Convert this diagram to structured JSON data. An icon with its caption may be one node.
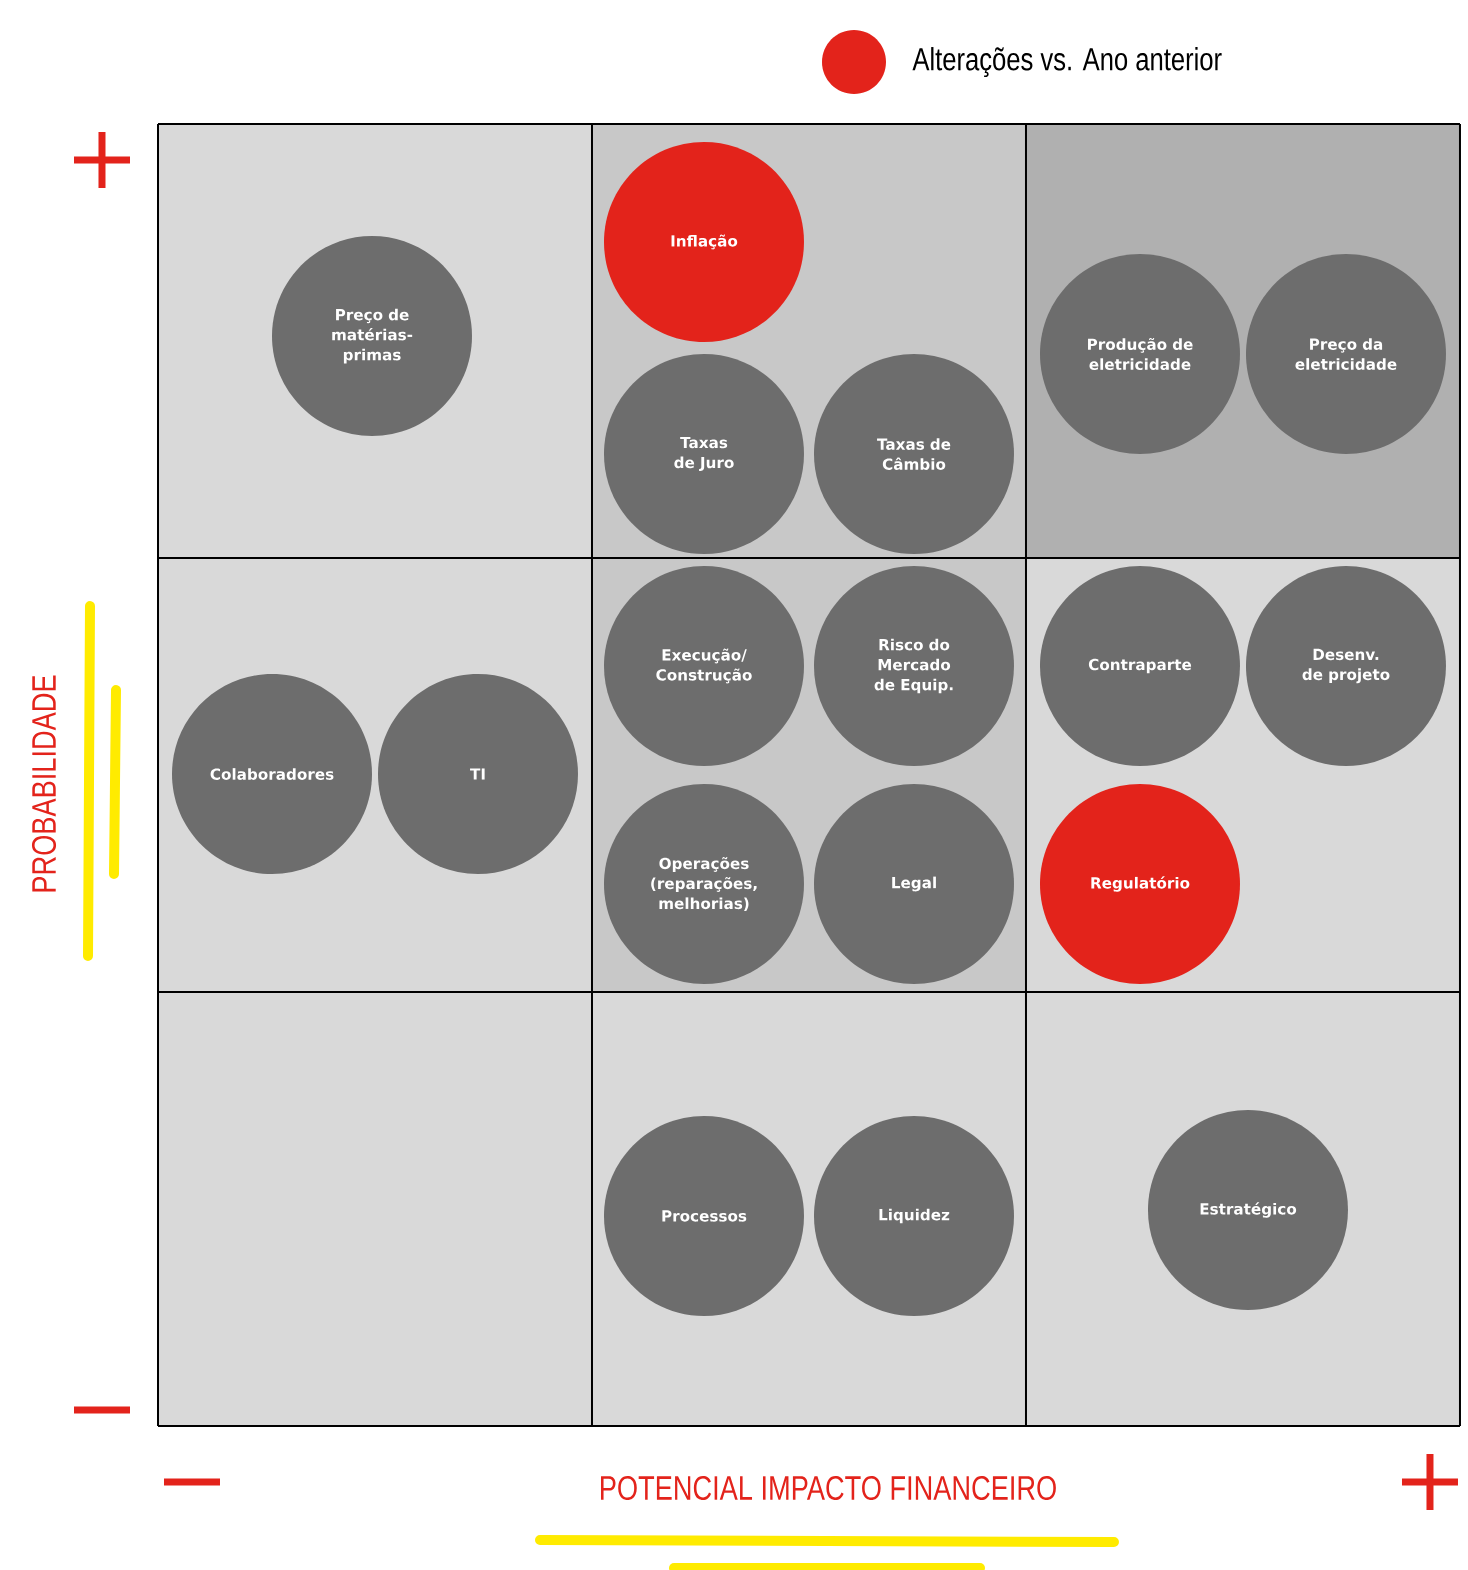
{
  "diagram": {
    "nodes": [
      {
        "text": [
          "Preço de matérias-primas"
        ]
      },
      {
        "text": [
          "Inflação"
        ]
      },
      {
        "text": [
          "Produção de eletricidade"
        ]
      },
      {
        "text": [
          "Preço da eletricidade"
        ]
      },
      {
        "text": [
          "Taxas de Juro"
        ]
      },
      {
        "text": [
          "Taxas de Câmbio"
        ]
      },
      {
        "text": [
          "Execução/ Construção"
        ]
      },
      {
        "text": [
          "Risco do Mercado de Equip."
        ]
      },
      {
        "text": [
          "Contraparte"
        ]
      },
      {
        "text": [
          "Desenv. de projeto"
        ]
      },
      {
        "text": [
          "Colaboradores"
        ]
      },
      {
        "text": [
          "TI"
        ]
      },
      {
        "text": [
          "Operações (reparações, melhorias)"
        ]
      },
      {
        "text": [
          "Legal"
        ]
      },
      {
        "text": [
          "Regulatório"
        ]
      },
      {
        "text": [
          "Estratégico"
        ]
      },
      {
        "text": [
          "Processos"
        ]
      },
      {
        "text": [
          "Liquidez"
        ]
      }
    ],
    "labels": [
      "PROBABILIDADE",
      "POTENCIAL IMPACTO FINANCEIRO"
    ],
    "legend": [
      {
        "text": "Alterações vs. Ano anterior",
        "color": "#e3231b"
      }
    ]
  }
}
